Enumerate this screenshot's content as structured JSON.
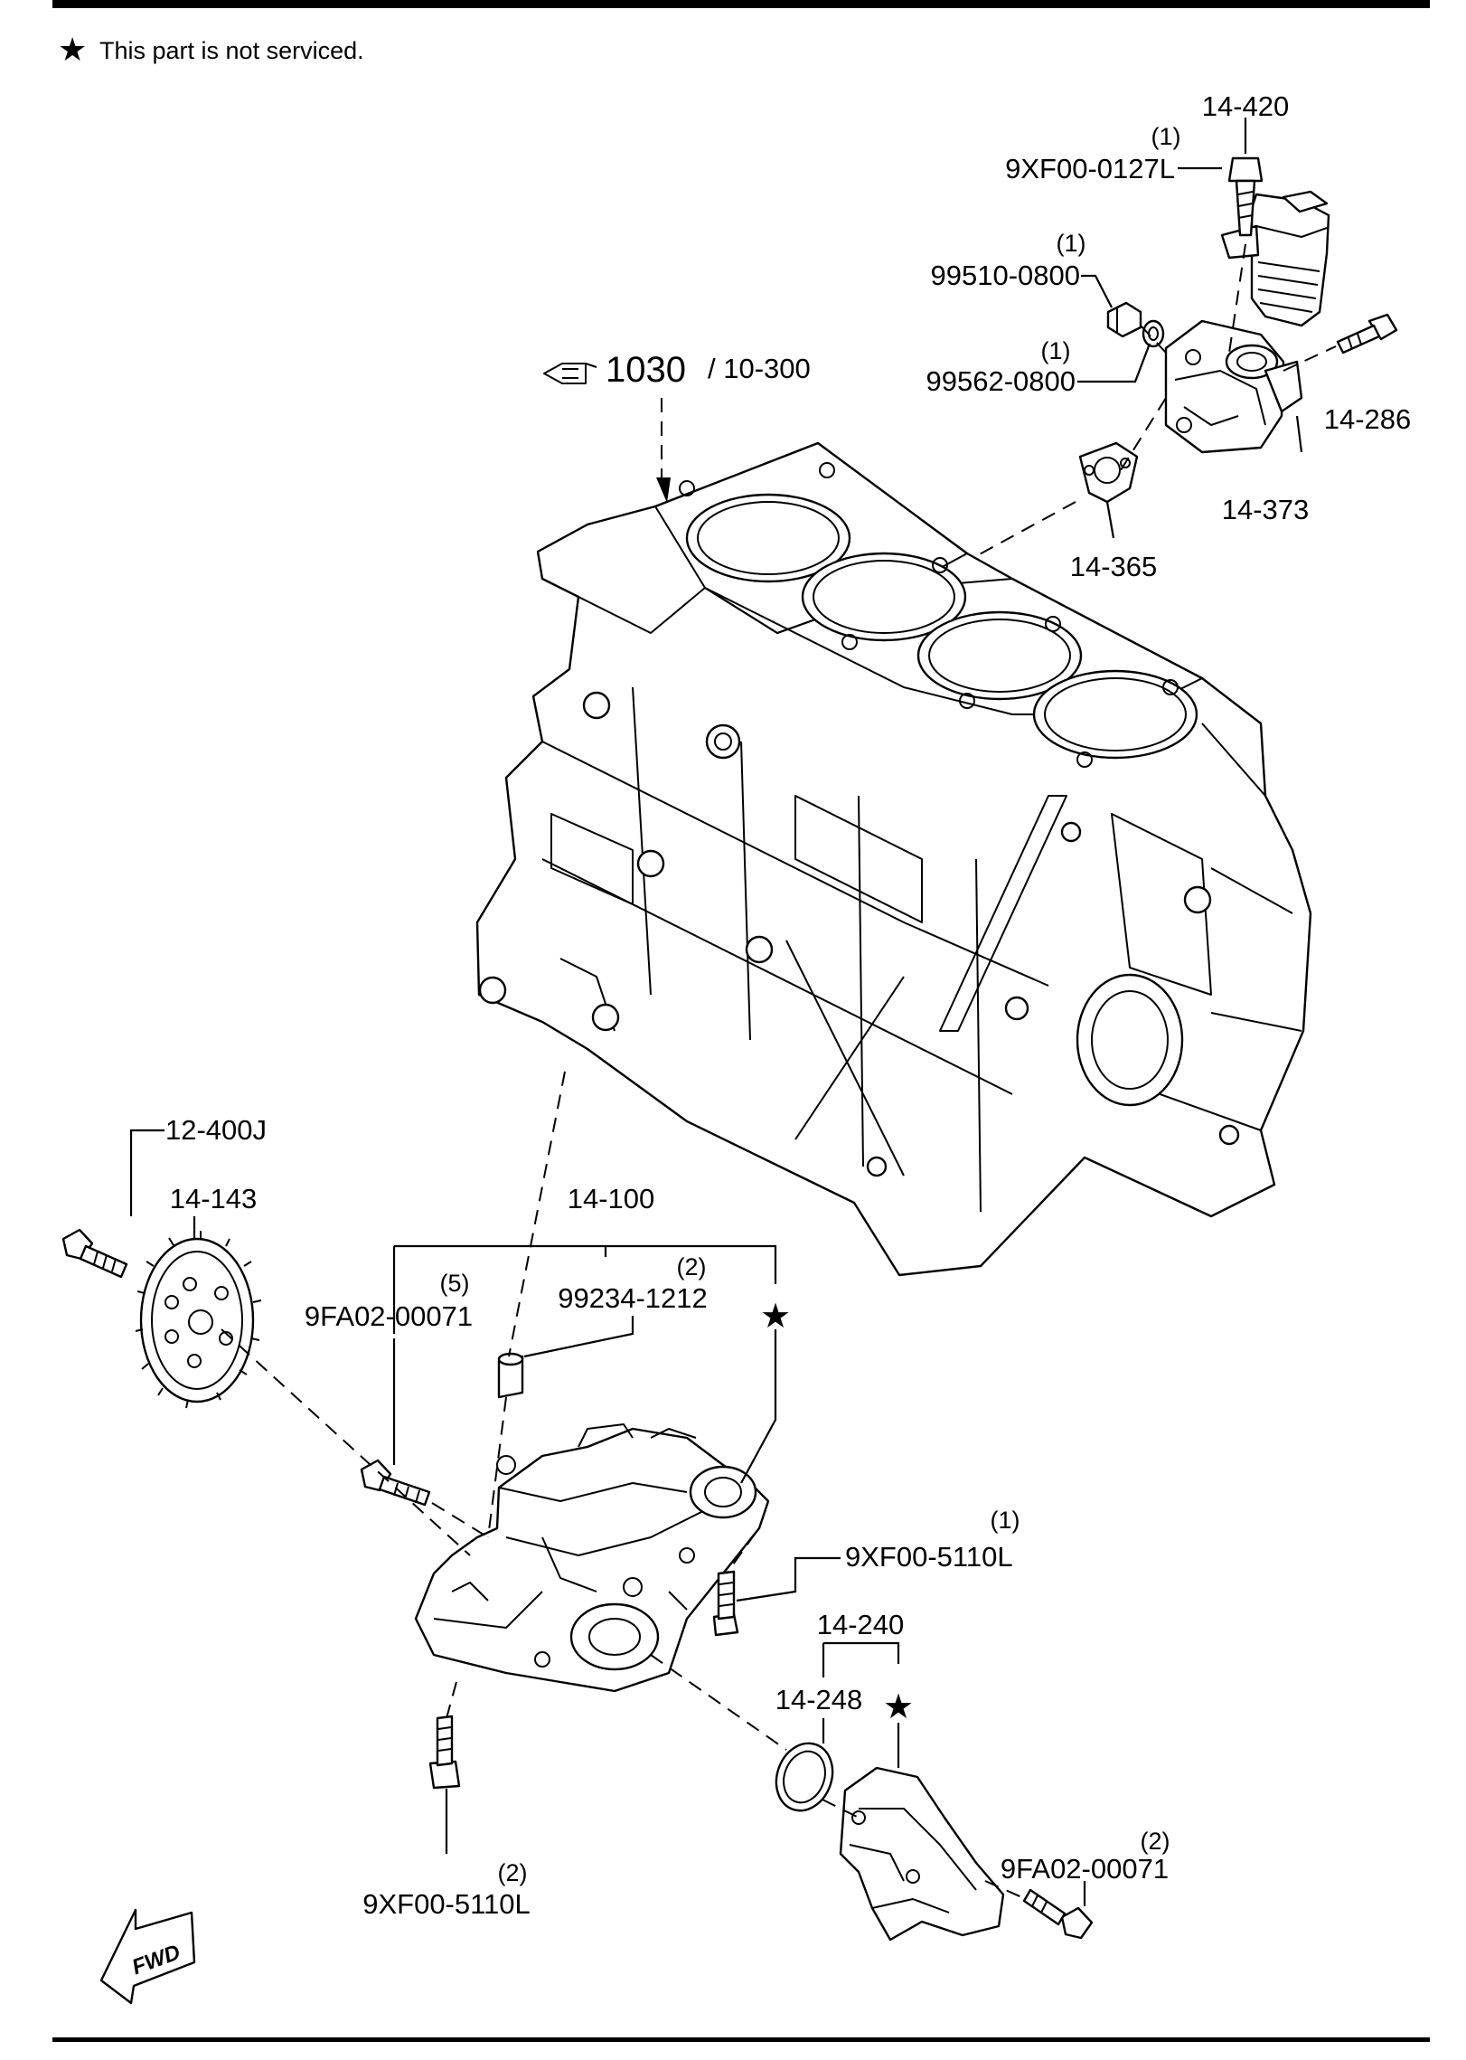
{
  "note": {
    "star": "★",
    "text": "This part is not serviced."
  },
  "reference": {
    "number": "1030",
    "section": "/ 10-300"
  },
  "callouts": {
    "c14_420": "14-420",
    "c9xf00_0127l": "9XF00-0127L",
    "c9xf00_0127l_qty": "(1)",
    "c99510_0800": "99510-0800",
    "c99510_0800_qty": "(1)",
    "c99562_0800": "99562-0800",
    "c99562_0800_qty": "(1)",
    "c14_286": "14-286",
    "c14_373": "14-373",
    "c14_365": "14-365",
    "c12_400j": "12-400J",
    "c14_143": "14-143",
    "c14_100": "14-100",
    "c9fa02_00071_a": "9FA02-00071",
    "c9fa02_00071_a_qty": "(5)",
    "c99234_1212": "99234-1212",
    "c99234_1212_qty": "(2)",
    "c9xf00_5110l_a": "9XF00-5110L",
    "c9xf00_5110l_a_qty": "(1)",
    "c14_240": "14-240",
    "c14_248": "14-248",
    "c9xf00_5110l_b": "9XF00-5110L",
    "c9xf00_5110l_b_qty": "(2)",
    "c9fa02_00071_b": "9FA02-00071",
    "c9fa02_00071_b_qty": "(2)"
  },
  "stars": {
    "pump": "★",
    "strainer": "★"
  },
  "fwd": "FWD"
}
